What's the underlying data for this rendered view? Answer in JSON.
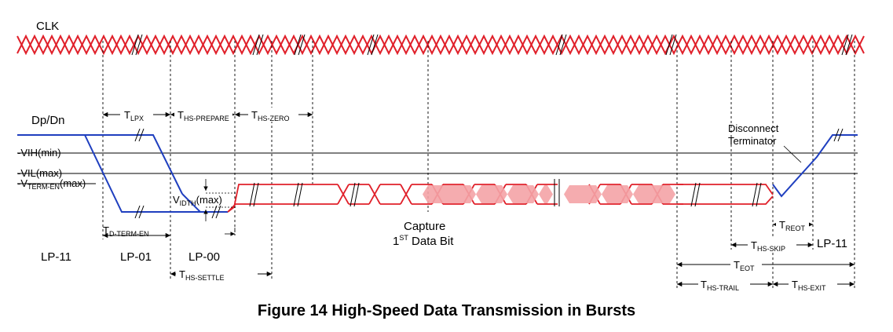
{
  "signals": {
    "clk": "CLK",
    "dp_dn": "Dp/Dn"
  },
  "levels": {
    "vih": "VIH(min)",
    "vil": "VIL(max)",
    "vterm_main": "V",
    "vterm_sub": "TERM-EN",
    "vterm_tail": "(max)",
    "vidth_main": "V",
    "vidth_sub": "IDTH",
    "vidth_tail": "(max)"
  },
  "timings": {
    "tlpx_main": "T",
    "tlpx_sub": "LPX",
    "thsprep_main": "T",
    "thsprep_sub": "HS-PREPARE",
    "thszero_main": "T",
    "thszero_sub": "HS-ZERO",
    "tdterm_main": "T",
    "tdterm_sub": "D-TERM-EN",
    "thssettle_main": "T",
    "thssettle_sub": "HS-SETTLE",
    "treot_main": "T",
    "treot_sub": "REOT",
    "thsskip_main": "T",
    "thsskip_sub": "HS-SKIP",
    "teot_main": "T",
    "teot_sub": "EOT",
    "thstrail_main": "T",
    "thstrail_sub": "HS-TRAIL",
    "thsexit_main": "T",
    "thsexit_sub": "HS-EXIT"
  },
  "states": {
    "lp11_start": "LP-11",
    "lp01": "LP-01",
    "lp00": "LP-00",
    "lp11_end": "LP-11"
  },
  "annotations": {
    "capture_line1": "Capture",
    "capture_num": "1",
    "capture_sup": "ST",
    "capture_tail": " Data Bit",
    "disconnect_line1": "Disconnect",
    "disconnect_line2": "Terminator"
  },
  "caption": "Figure 14 High-Speed Data Transmission in Bursts",
  "colors": {
    "clock": "#e0202a",
    "data_hs": "#e0202a",
    "dp_dn": "#1f3fbf",
    "capture_fill": "#f4a3a6"
  }
}
